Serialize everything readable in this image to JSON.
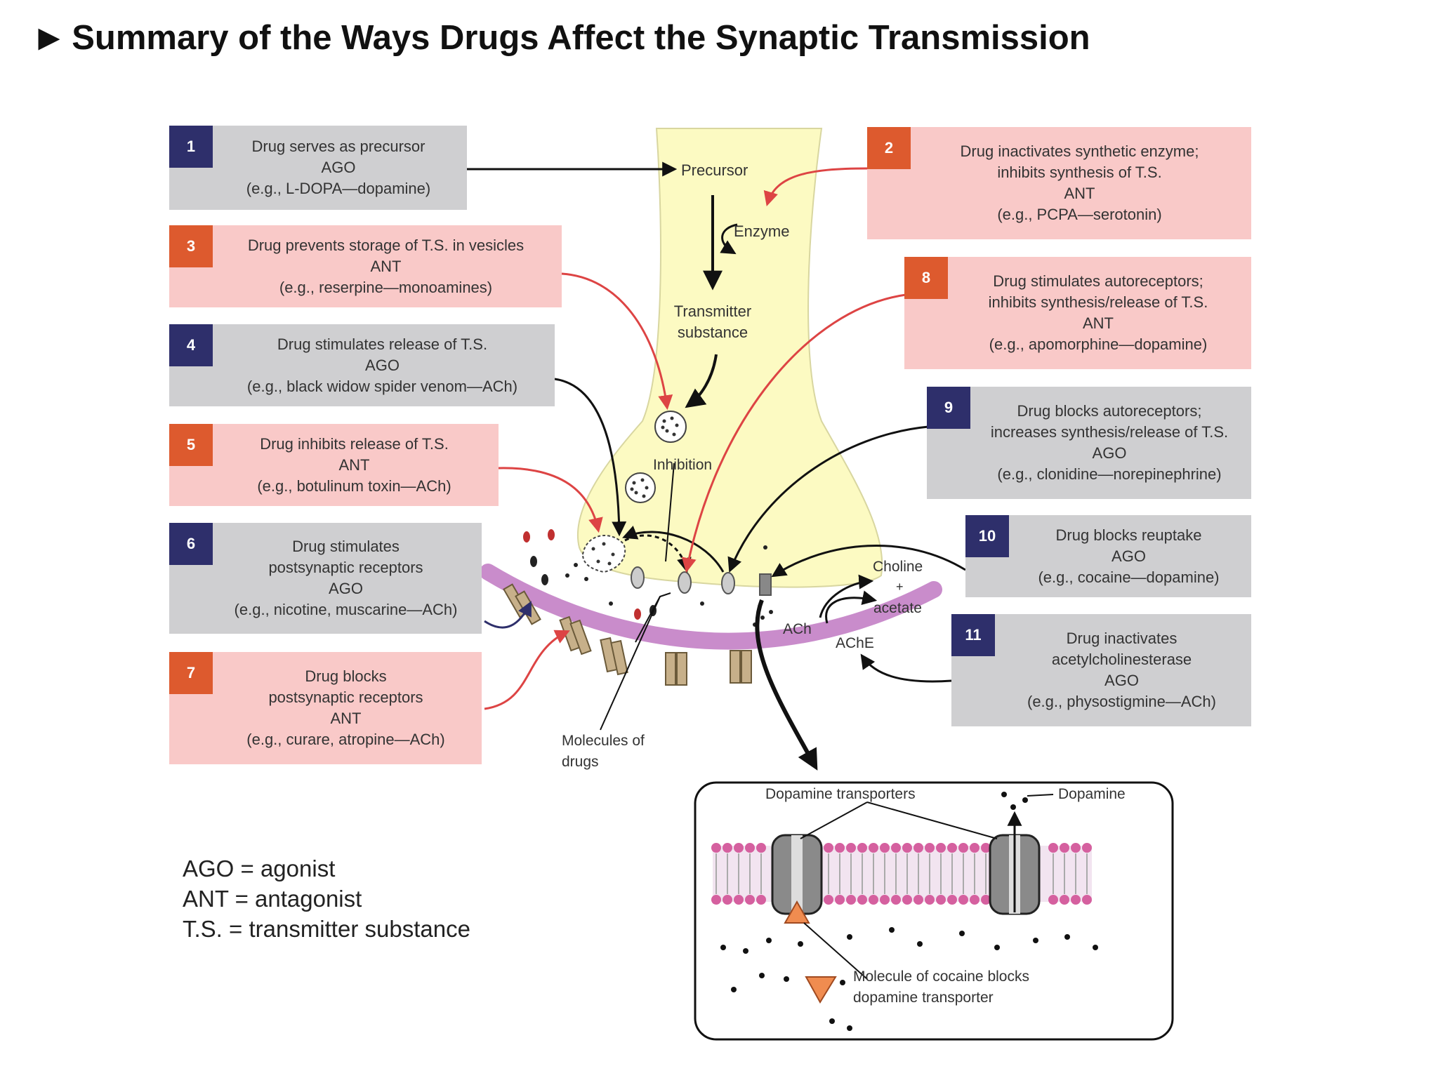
{
  "title": "Summary of the Ways Drugs Affect the Synaptic Transmission",
  "colors": {
    "terminal_fill": "#fcfac2",
    "gray_box": "#cfcfd1",
    "pink_box": "#f9c9c8",
    "navy_badge": "#2e2f6b",
    "orange_badge": "#dd5a2e",
    "membrane": "#c98ccb",
    "red_arrow": "#e05a4a",
    "cocaine": "#f08c50"
  },
  "boxes": [
    {
      "num": "1",
      "lines": [
        "Drug serves as precursor",
        "AGO",
        "(e.g., L-DOPA—dopamine)"
      ]
    },
    {
      "num": "2",
      "lines": [
        "Drug inactivates synthetic enzyme;",
        "inhibits synthesis of T.S.",
        "ANT",
        "(e.g., PCPA—serotonin)"
      ]
    },
    {
      "num": "3",
      "lines": [
        "Drug prevents storage of T.S. in vesicles",
        "ANT",
        "(e.g., reserpine—monoamines)"
      ]
    },
    {
      "num": "4",
      "lines": [
        "Drug stimulates release of T.S.",
        "AGO",
        "(e.g., black widow spider venom—ACh)"
      ]
    },
    {
      "num": "5",
      "lines": [
        "Drug inhibits release of T.S.",
        "ANT",
        "(e.g., botulinum toxin—ACh)"
      ]
    },
    {
      "num": "6",
      "lines": [
        "Drug stimulates",
        "postsynaptic receptors",
        "AGO",
        "(e.g., nicotine, muscarine—ACh)"
      ]
    },
    {
      "num": "7",
      "lines": [
        "Drug blocks",
        "postsynaptic receptors",
        "ANT",
        "(e.g., curare, atropine—ACh)"
      ]
    },
    {
      "num": "8",
      "lines": [
        "Drug stimulates autoreceptors;",
        "inhibits synthesis/release of T.S.",
        "ANT",
        "(e.g., apomorphine—dopamine)"
      ]
    },
    {
      "num": "9",
      "lines": [
        "Drug blocks autoreceptors;",
        "increases synthesis/release of T.S.",
        "AGO",
        "(e.g., clonidine—norepinephrine)"
      ]
    },
    {
      "num": "10",
      "lines": [
        "Drug blocks reuptake",
        "AGO",
        "(e.g., cocaine—dopamine)"
      ]
    },
    {
      "num": "11",
      "lines": [
        "Drug inactivates",
        "acetylcholinesterase",
        "AGO",
        "(e.g., physostigmine—ACh)"
      ]
    }
  ],
  "labels": {
    "precursor": "Precursor",
    "enzyme": "Enzyme",
    "transmitter_1": "Transmitter",
    "transmitter_2": "substance",
    "inhibition": "Inhibition",
    "choline": "Choline",
    "plus": "+",
    "acetate": "acetate",
    "ach": "ACh",
    "ache": "AChE",
    "molecules_1": "Molecules of",
    "molecules_2": "drugs",
    "dopamine_transporters": "Dopamine transporters",
    "dopamine": "Dopamine",
    "cocaine_1": "Molecule of cocaine blocks",
    "cocaine_2": "dopamine transporter"
  },
  "legend": [
    "AGO = agonist",
    "ANT = antagonist",
    "T.S. = transmitter substance"
  ]
}
